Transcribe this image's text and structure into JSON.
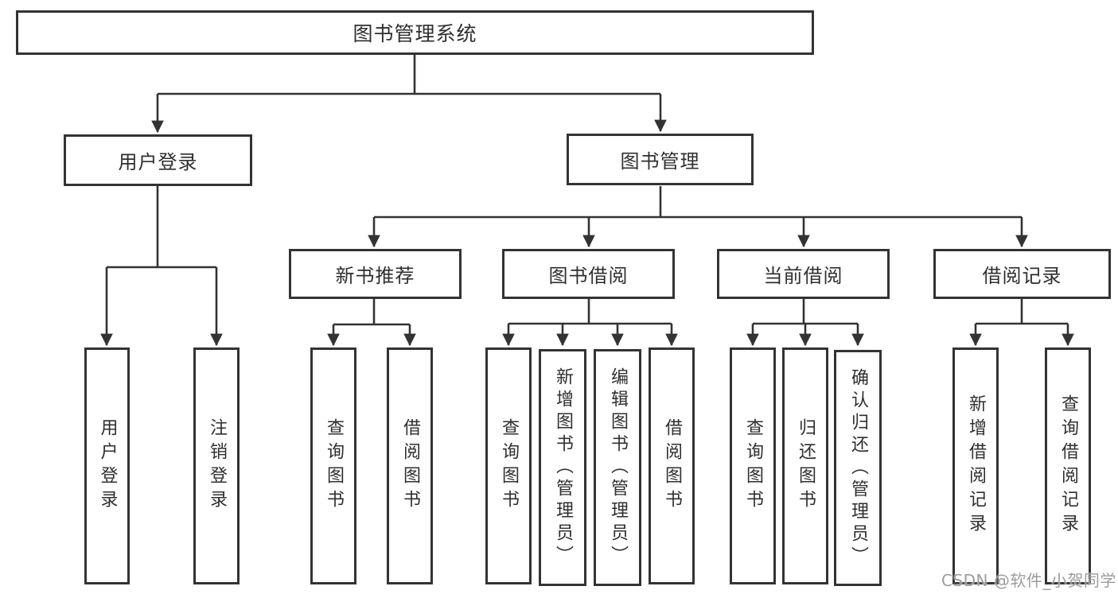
{
  "diagram": {
    "title": "图书管理系统",
    "branches": [
      {
        "label": "用户登录",
        "children": [
          "用户登录",
          "注销登录"
        ]
      },
      {
        "label": "图书管理",
        "children": [
          {
            "label": "新书推荐",
            "children": [
              "查询图书",
              "借阅图书"
            ]
          },
          {
            "label": "图书借阅",
            "children": [
              "查询图书",
              "新增图书（管理员）",
              "编辑图书（管理员）",
              "借阅图书"
            ]
          },
          {
            "label": "当前借阅",
            "children": [
              "查询图书",
              "归还图书",
              "确认归还（管理员）"
            ]
          },
          {
            "label": "借阅记录",
            "children": [
              "新增借阅记录",
              "查询借阅记录"
            ]
          }
        ]
      }
    ]
  },
  "watermark": {
    "text": "CSDN @软件_小贺同学"
  },
  "colors": {
    "line": "#333333",
    "border": "#333333",
    "text": "#2f2f2f",
    "watermark": "#9c9c9c",
    "background": "#ffffff"
  }
}
